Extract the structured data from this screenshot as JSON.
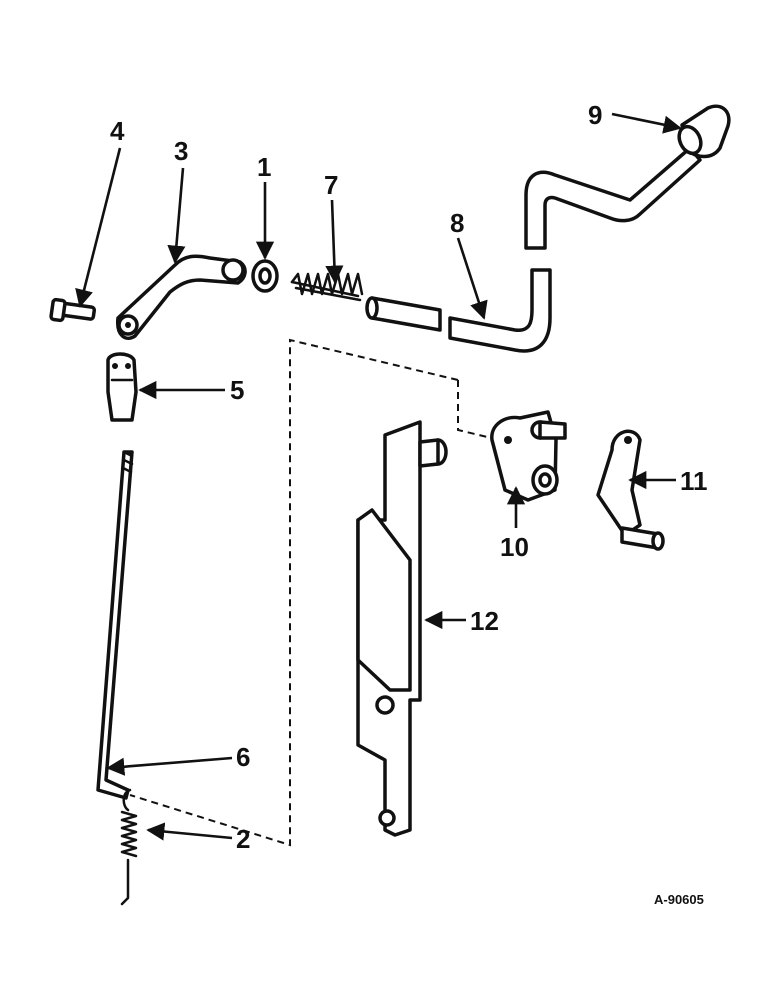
{
  "diagram": {
    "figure_id": "A-90605",
    "callouts": [
      {
        "id": "1",
        "label": "1"
      },
      {
        "id": "2",
        "label": "2"
      },
      {
        "id": "3",
        "label": "3"
      },
      {
        "id": "4",
        "label": "4"
      },
      {
        "id": "5",
        "label": "5"
      },
      {
        "id": "6",
        "label": "6"
      },
      {
        "id": "7",
        "label": "7"
      },
      {
        "id": "8",
        "label": "8"
      },
      {
        "id": "9",
        "label": "9"
      },
      {
        "id": "10",
        "label": "10"
      },
      {
        "id": "11",
        "label": "11"
      },
      {
        "id": "12",
        "label": "12"
      }
    ]
  }
}
